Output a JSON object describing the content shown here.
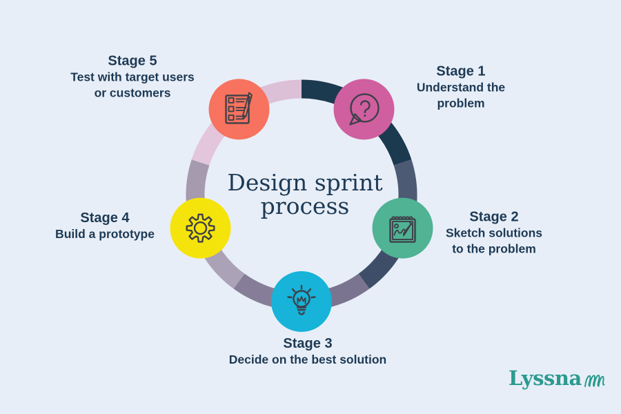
{
  "title": {
    "line1": "Design sprint",
    "line2": "process"
  },
  "logo": {
    "name": "Lyssna"
  },
  "colors": {
    "background": "#e8eef7",
    "text": "#1d3a55",
    "icon_stroke": "#3e4049",
    "logo": "#2a9a8f"
  },
  "stages": [
    {
      "label": "Stage 1",
      "desc_lines": [
        "Understand the",
        "problem"
      ],
      "color": "#cf5f9f",
      "icon": "question-speech-bubble-icon"
    },
    {
      "label": "Stage 2",
      "desc_lines": [
        "Sketch solutions",
        "to the problem"
      ],
      "color": "#4fb394",
      "icon": "sketchpad-icon"
    },
    {
      "label": "Stage 3",
      "desc_lines": [
        "Decide on the best solution"
      ],
      "color": "#17b3d8",
      "icon": "lightbulb-icon"
    },
    {
      "label": "Stage 4",
      "desc_lines": [
        "Build a prototype"
      ],
      "color": "#f5e40c",
      "icon": "gear-icon"
    },
    {
      "label": "Stage 5",
      "desc_lines": [
        "Test with target users",
        "or customers"
      ],
      "color": "#f7735f",
      "icon": "checklist-pencil-icon"
    }
  ],
  "ring": {
    "segments": [
      {
        "color": "#1b394f"
      },
      {
        "color": "#1b394f"
      },
      {
        "color": "#4d5a74"
      },
      {
        "color": "#3f4e68"
      },
      {
        "color": "#7b7490"
      },
      {
        "color": "#867e98"
      },
      {
        "color": "#aca2b7"
      },
      {
        "color": "#a69aaf"
      },
      {
        "color": "#e3c6dc"
      },
      {
        "color": "#dcc0d7"
      }
    ]
  }
}
